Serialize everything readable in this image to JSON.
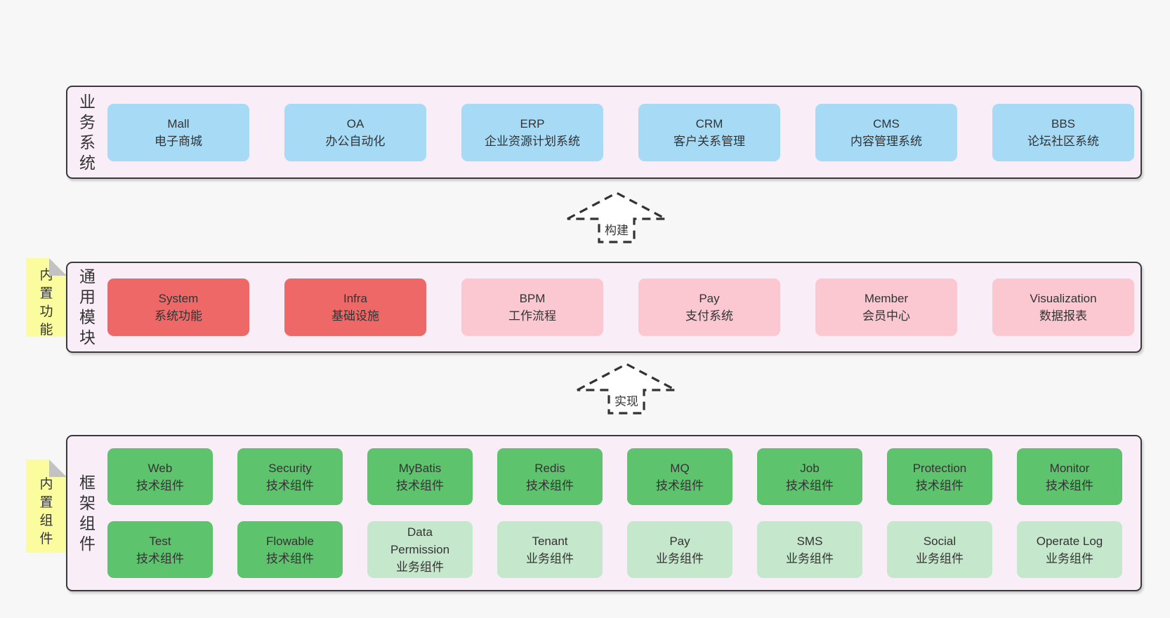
{
  "colors": {
    "page_bg": "#f7f7f7",
    "layer_bg": "#f9eef7",
    "layer_border": "#3a3a3a",
    "blue": "#a6daf5",
    "red": "#ee6868",
    "pink": "#fbc8d1",
    "green": "#5ec36d",
    "light_green": "#c5e8cc",
    "yellow": "#fbfc9d",
    "fold_gray": "#c2c2c2",
    "text": "#333333"
  },
  "layers": [
    {
      "id": "business-systems",
      "label": "业务系统",
      "tab": null,
      "rows": [
        [
          {
            "name": "Mall",
            "desc": "电子商城",
            "color": "blue"
          },
          {
            "name": "OA",
            "desc": "办公自动化",
            "color": "blue"
          },
          {
            "name": "ERP",
            "desc": "企业资源计划系统",
            "color": "blue"
          },
          {
            "name": "CRM",
            "desc": "客户关系管理",
            "color": "blue"
          },
          {
            "name": "CMS",
            "desc": "内容管理系统",
            "color": "blue"
          },
          {
            "name": "BBS",
            "desc": "论坛社区系统",
            "color": "blue"
          }
        ]
      ]
    },
    {
      "id": "common-modules",
      "label": "通用模块",
      "tab": "内置功能",
      "rows": [
        [
          {
            "name": "System",
            "desc": "系统功能",
            "color": "red"
          },
          {
            "name": "Infra",
            "desc": "基础设施",
            "color": "red"
          },
          {
            "name": "BPM",
            "desc": "工作流程",
            "color": "pink"
          },
          {
            "name": "Pay",
            "desc": "支付系统",
            "color": "pink"
          },
          {
            "name": "Member",
            "desc": "会员中心",
            "color": "pink"
          },
          {
            "name": "Visualization",
            "desc": "数据报表",
            "color": "pink"
          }
        ]
      ]
    },
    {
      "id": "framework-components",
      "label": "框架组件",
      "tab": "内置组件",
      "rows": [
        [
          {
            "name": "Web",
            "desc": "技术组件",
            "color": "green"
          },
          {
            "name": "Security",
            "desc": "技术组件",
            "color": "green"
          },
          {
            "name": "MyBatis",
            "desc": "技术组件",
            "color": "green"
          },
          {
            "name": "Redis",
            "desc": "技术组件",
            "color": "green"
          },
          {
            "name": "MQ",
            "desc": "技术组件",
            "color": "green"
          },
          {
            "name": "Job",
            "desc": "技术组件",
            "color": "green"
          },
          {
            "name": "Protection",
            "desc": "技术组件",
            "color": "green"
          },
          {
            "name": "Monitor",
            "desc": "技术组件",
            "color": "green"
          }
        ],
        [
          {
            "name": "Test",
            "desc": "技术组件",
            "color": "green"
          },
          {
            "name": "Flowable",
            "desc": "技术组件",
            "color": "green"
          },
          {
            "name": "Data Permission",
            "desc": "业务组件",
            "color": "light_green"
          },
          {
            "name": "Tenant",
            "desc": "业务组件",
            "color": "light_green"
          },
          {
            "name": "Pay",
            "desc": "业务组件",
            "color": "light_green"
          },
          {
            "name": "SMS",
            "desc": "业务组件",
            "color": "light_green"
          },
          {
            "name": "Social",
            "desc": "业务组件",
            "color": "light_green"
          },
          {
            "name": "Operate Log",
            "desc": "业务组件",
            "color": "light_green"
          }
        ]
      ]
    }
  ],
  "arrows": [
    {
      "label": "构建"
    },
    {
      "label": "实现"
    }
  ]
}
